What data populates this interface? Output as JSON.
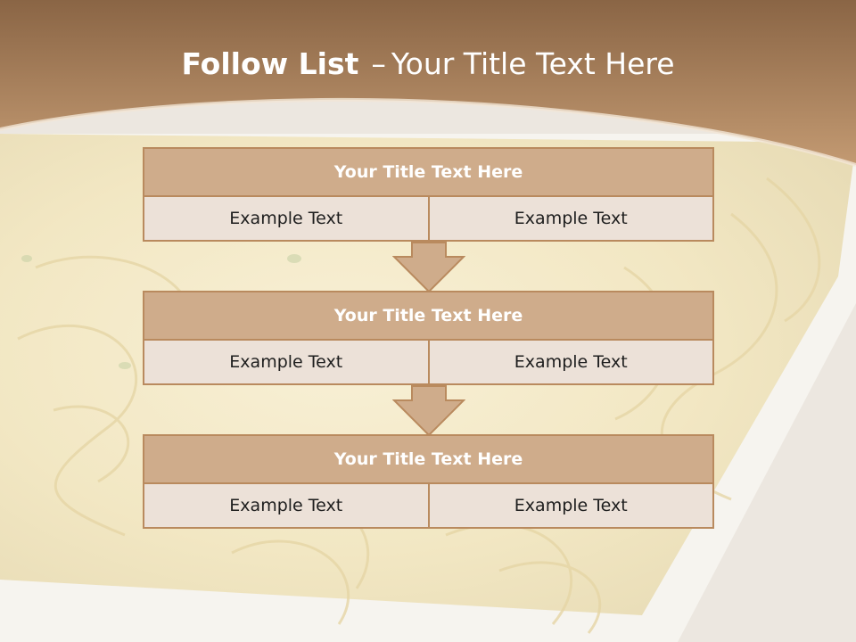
{
  "title": {
    "bold": "Follow List",
    "separator": "–",
    "rest": "Your Title Text Here"
  },
  "blocks": [
    {
      "heading": "Your Title Text Here",
      "left": "Example Text",
      "right": "Example Text"
    },
    {
      "heading": "Your Title Text Here",
      "left": "Example Text",
      "right": "Example Text"
    },
    {
      "heading": "Your Title Text Here",
      "left": "Example Text",
      "right": "Example Text"
    }
  ],
  "colors": {
    "header_brown": "#a47b55",
    "block_title_fill": "#cfac8b",
    "block_cell_fill": "#ece1d8",
    "border": "#b98a5e"
  }
}
